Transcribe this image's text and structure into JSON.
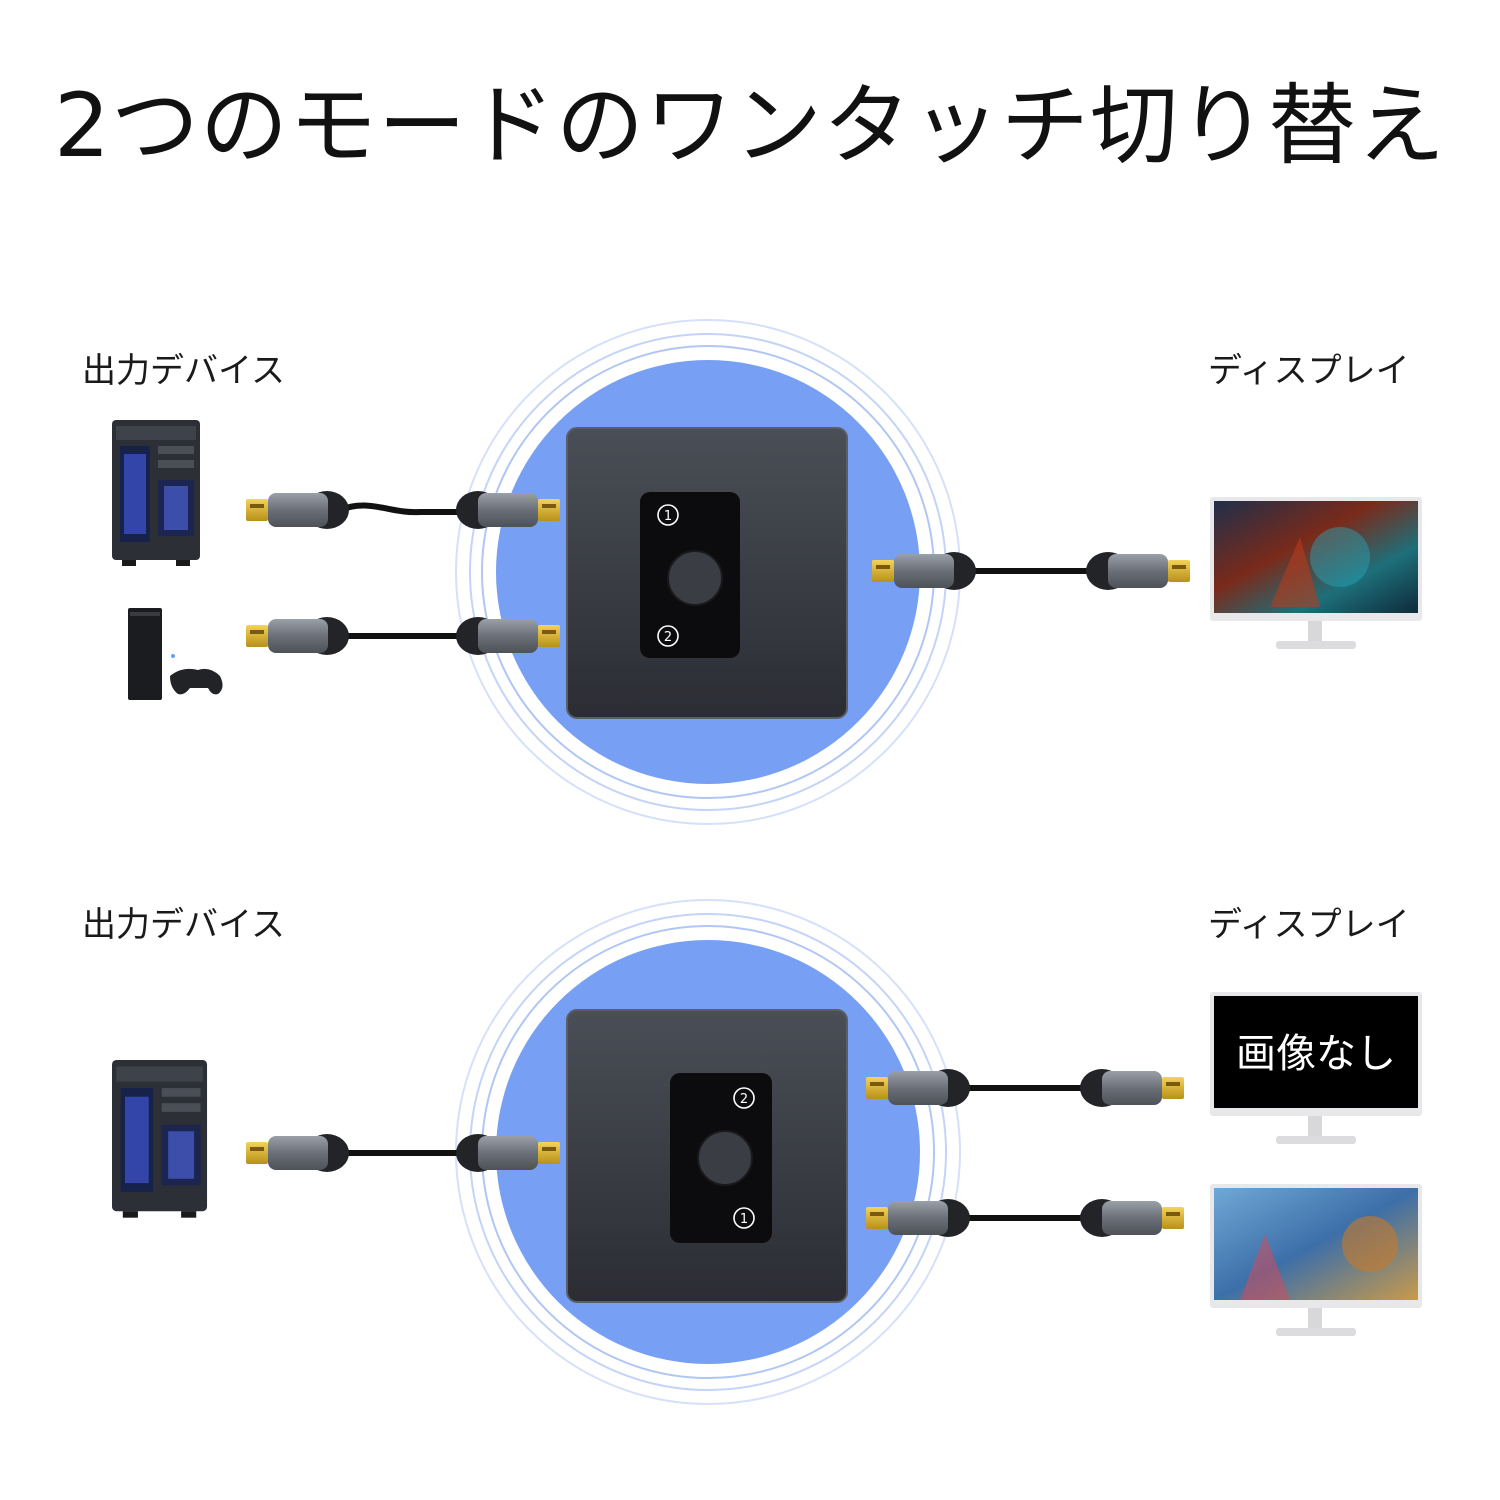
{
  "title": "2つのモードのワンタッチ切り替え",
  "modes": [
    {
      "source_label": "出力デバイス",
      "display_label": "ディスプレイ",
      "button_top": "1",
      "button_bottom": "2"
    },
    {
      "source_label": "出力デバイス",
      "display_label": "ディスプレイ",
      "button_top": "2",
      "button_bottom": "1",
      "no_image_text": "画像なし"
    }
  ],
  "colors": {
    "accent_circle": "#779ff4",
    "switch_body": "#3a3d44",
    "cable": "#111111",
    "connector_gold": "#d6ae2c"
  }
}
